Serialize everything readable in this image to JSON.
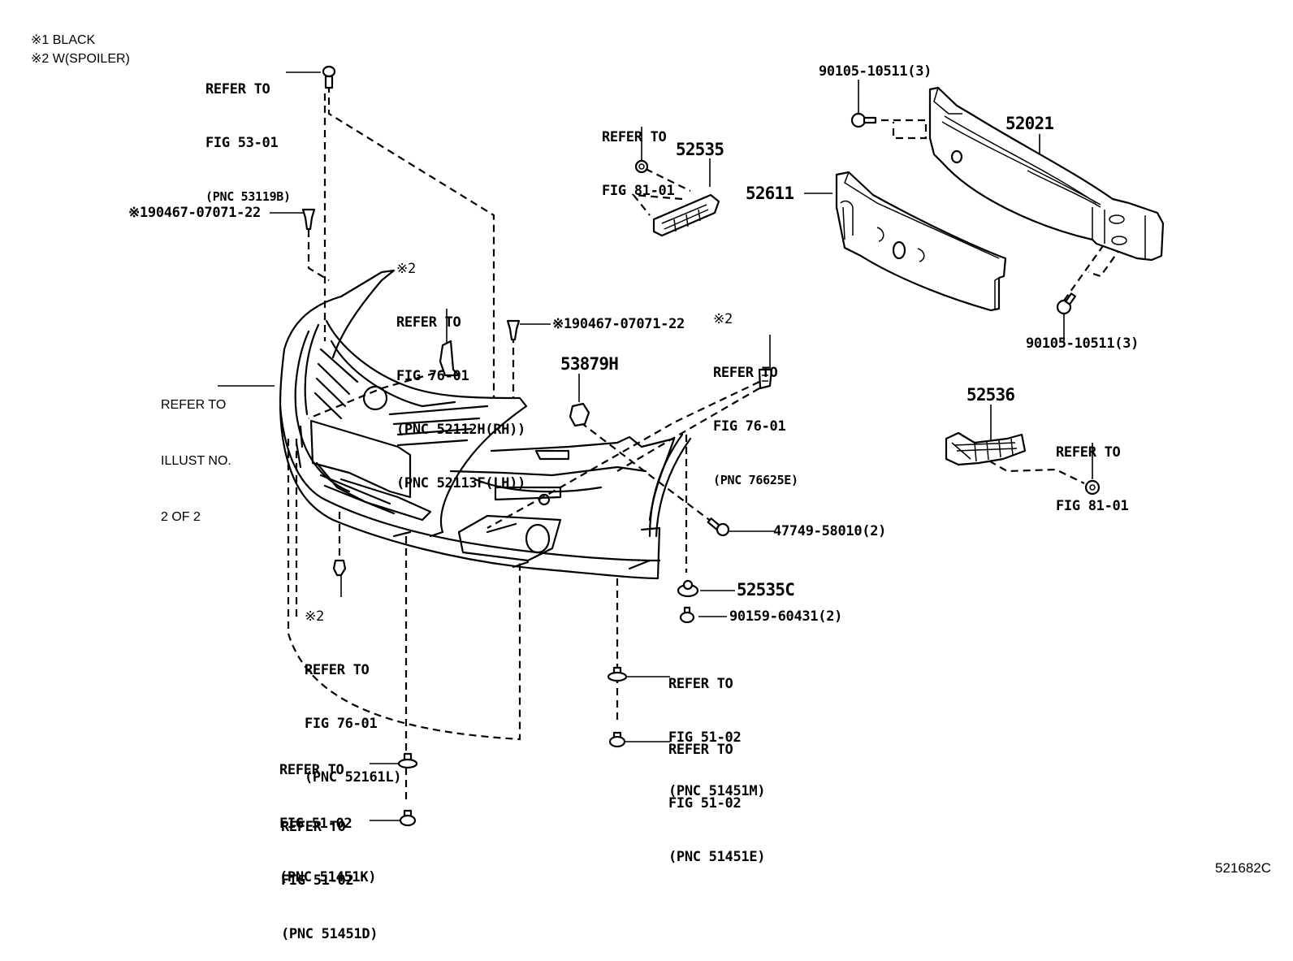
{
  "notes": {
    "note1": "※1 BLACK",
    "note2": "※2 W(SPOILER)"
  },
  "illustration_id": "521682C",
  "callouts": {
    "ref_53_01": {
      "line1": "REFER TO",
      "line2": "FIG 53-01",
      "line3": "(PNC 53119B)"
    },
    "clip_90467_left": {
      "text": "※190467-07071-22"
    },
    "clip_90467_mid": {
      "text": "※190467-07071-22"
    },
    "ref_76_01_grille": {
      "mark": "※2",
      "line1": "REFER TO",
      "line2": "FIG 76-01",
      "line3": "(PNC 52112H(RH))",
      "line4": "(PNC 52113F(LH))"
    },
    "ref_illust": {
      "line1": "REFER TO",
      "line2": "ILLUST NO.",
      "line3": "2 OF 2"
    },
    "ref_81_01_top": {
      "line1": "REFER TO",
      "line2": "FIG 81-01"
    },
    "part_52535": {
      "text": "52535"
    },
    "part_52611": {
      "text": "52611"
    },
    "part_52021": {
      "text": "52021"
    },
    "bolt_top": {
      "text": "90105-10511(3)"
    },
    "bolt_bottom": {
      "text": "90105-10511(3)"
    },
    "ref_76_01_spoiler": {
      "mark": "※2",
      "line1": "REFER TO",
      "line2": "FIG 76-01",
      "line3": "(PNC 76625E)"
    },
    "part_53879H": {
      "text": "53879H"
    },
    "part_52536": {
      "text": "52536"
    },
    "ref_81_01_right": {
      "line1": "REFER TO",
      "line2": "FIG 81-01"
    },
    "screw_47749": {
      "text": "47749-58010(2)"
    },
    "part_52535C": {
      "text": "52535C"
    },
    "screw_90159": {
      "text": "90159-60431(2)"
    },
    "ref_76_01_lower": {
      "mark": "※2",
      "line1": "REFER TO",
      "line2": "FIG 76-01",
      "line3": "(PNC 52161L)"
    },
    "ref_51_02_M": {
      "line1": "REFER TO",
      "line2": "FIG 51-02",
      "line3": "(PNC 51451M)"
    },
    "ref_51_02_E": {
      "line1": "REFER TO",
      "line2": "FIG 51-02",
      "line3": "(PNC 51451E)"
    },
    "ref_51_02_K": {
      "line1": "REFER TO",
      "line2": "FIG 51-02",
      "line3": "(PNC 51451K)"
    },
    "ref_51_02_D": {
      "line1": "REFER TO",
      "line2": "FIG 51-02",
      "line3": "(PNC 51451D)"
    }
  }
}
